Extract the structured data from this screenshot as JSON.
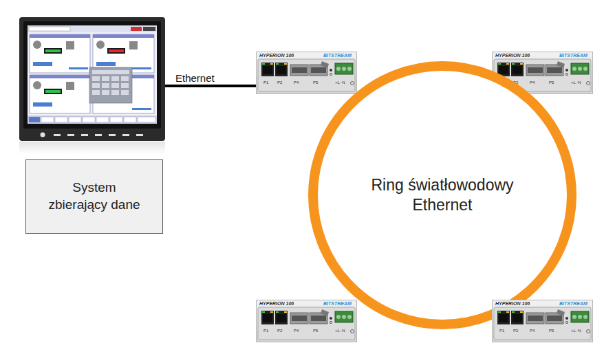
{
  "diagram": {
    "nodes": [
      {
        "text": [
          "HYPERION 106",
          "BITSTREAM",
          "P1",
          "P2",
          "P4",
          "P5",
          "+L -N"
        ]
      },
      {
        "text": [
          "HYPERION 106",
          "BITSTREAM",
          "P1",
          "P2",
          "P4",
          "P5",
          "+L -N"
        ]
      },
      {
        "text": [
          "System zbierający dane"
        ]
      },
      {
        "text": [
          "Ring światłowodowy Ethernet"
        ]
      },
      {
        "text": [
          "HYPERION 106",
          "BITSTREAM",
          "P1",
          "P2",
          "P4",
          "P5",
          "+L -N"
        ]
      },
      {
        "text": [
          "HYPERION 106",
          "BITSTREAM",
          "P1",
          "P2",
          "P4",
          "P5",
          "+L -N"
        ]
      }
    ],
    "labels": [
      "Ethernet"
    ]
  }
}
